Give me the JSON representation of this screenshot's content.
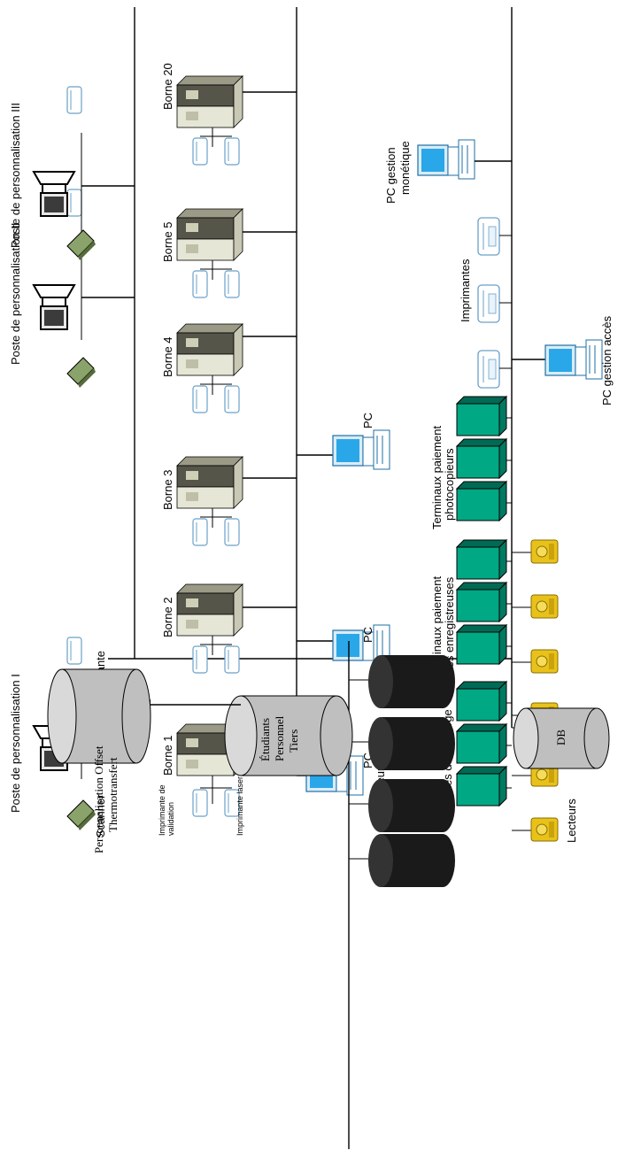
{
  "postes": [
    {
      "label": "Poste de personnalisation I"
    },
    {
      "label": "Poste de personnalisation II"
    },
    {
      "label": "Poste de personnalisation III"
    }
  ],
  "poste_devices": {
    "printer": "Imprimante",
    "scanner": "Scanner"
  },
  "bornes": [
    {
      "label": "Borne 1"
    },
    {
      "label": "Borne 2"
    },
    {
      "label": "Borne 3"
    },
    {
      "label": "Borne 4"
    },
    {
      "label": "Borne 5"
    },
    {
      "label": "Borne 20"
    }
  ],
  "borne_devices": {
    "validation_printer": "Imprimante de validation",
    "laser_printer": "Imprimante laser"
  },
  "pcs": [
    {
      "label": "PC"
    },
    {
      "label": "PC"
    },
    {
      "label": "PC"
    }
  ],
  "pc_reader": "Lecteur",
  "terminal_groups": [
    {
      "label_lines": [
        "Postes de recharge"
      ]
    },
    {
      "label_lines": [
        "Terminaux paiement",
        "caisses enregistreuses"
      ]
    },
    {
      "label_lines": [
        "Terminaux paiement",
        "photocopieurs"
      ]
    }
  ],
  "readers_label": "Lecteurs",
  "printers_label": "Imprimantes",
  "pc_gestion_monetique": [
    "PC gestion",
    "monétique"
  ],
  "pc_gestion_acces": "PC gestion accès",
  "databases": {
    "students": [
      "Étudiants",
      "Personnel",
      "Tiers"
    ],
    "personalisation": [
      "Personnalisation Offset",
      "Thermotransfert"
    ],
    "db": "DB"
  },
  "colors": {
    "terminal_fill": "#009f80",
    "reader_fill": "#e8c21a",
    "db_grey": "#bfbfbf",
    "storage_black": "#1a1a1a",
    "monitor_blue": "#2aa7e8",
    "server_dark": "#4a4a3c"
  }
}
